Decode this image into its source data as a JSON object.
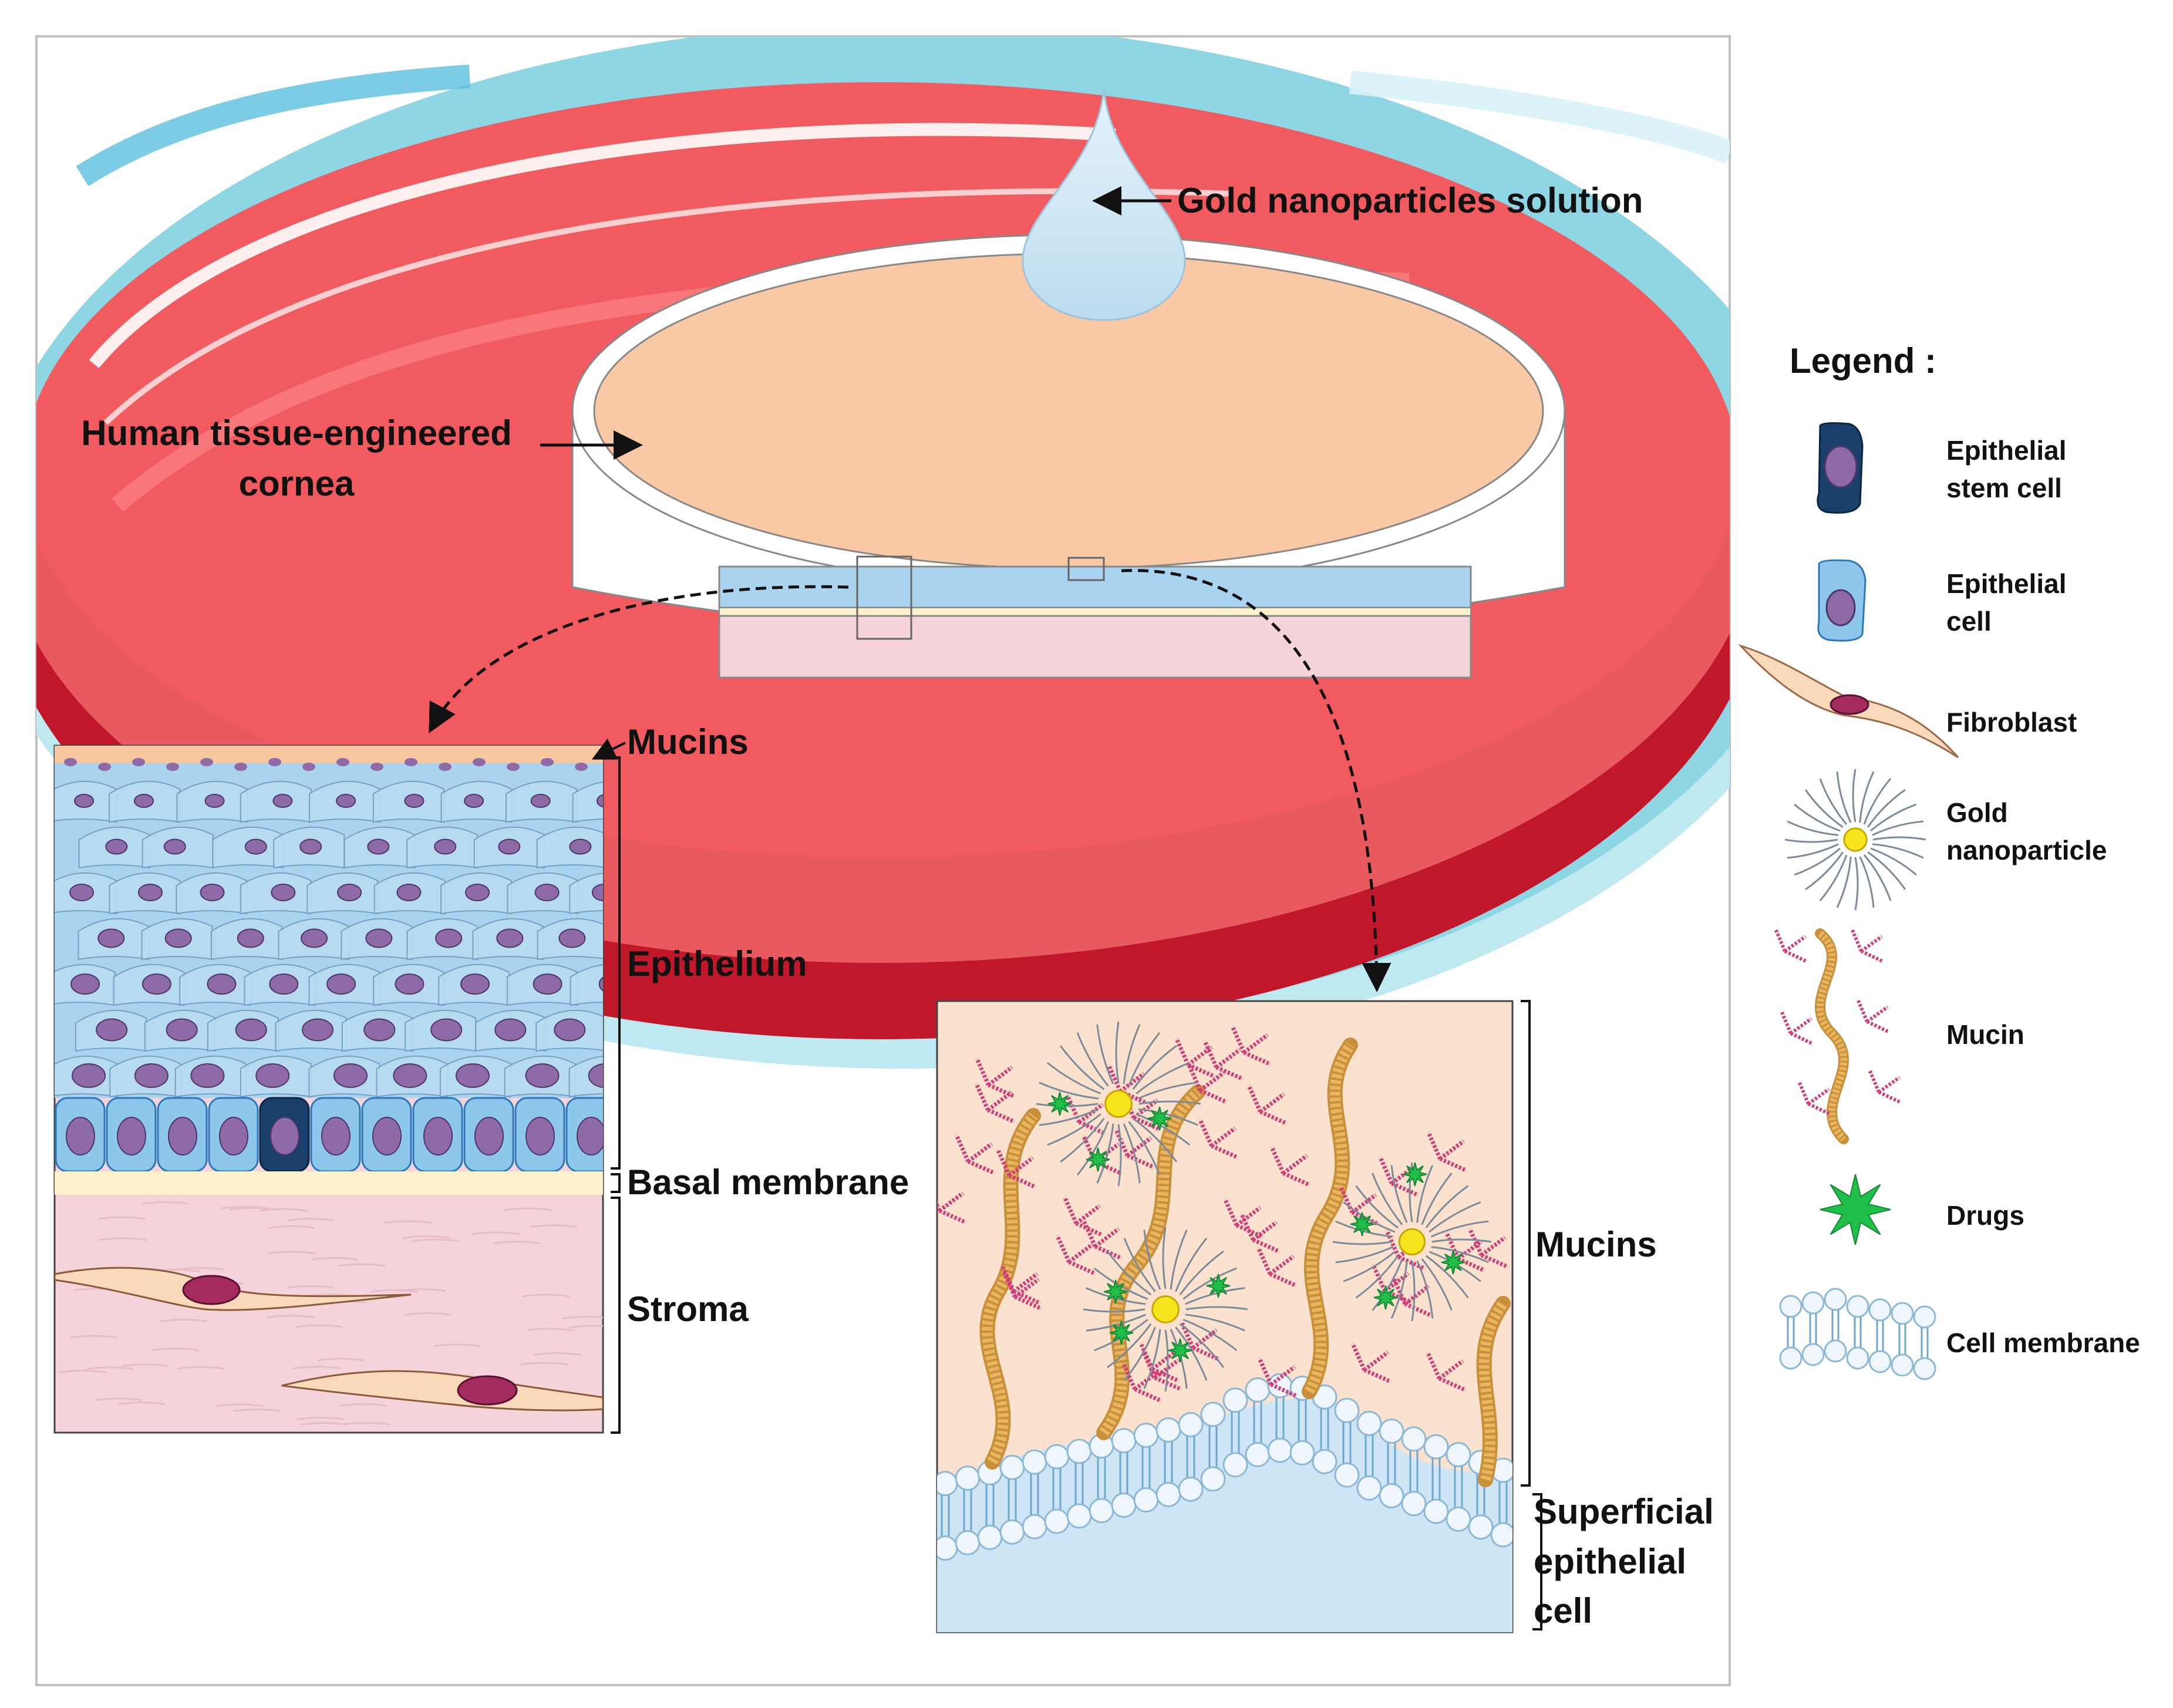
{
  "labels": {
    "gold_solution": "Gold  nanoparticles  solution",
    "cornea_line1": "Human tissue-engineered",
    "cornea_line2": "cornea",
    "mucins_top": "Mucins",
    "epithelium": "Epithelium",
    "basal_membrane": "Basal membrane",
    "stroma": "Stroma",
    "mucins_right": "Mucins",
    "superficial_line1": "Superficial",
    "superficial_line2": "epithelial",
    "superficial_line3": "cell"
  },
  "legend": {
    "title": "Legend :",
    "items": [
      {
        "line1": "Epithelial",
        "line2": "stem cell",
        "icon": "epithelial-stem-cell-icon"
      },
      {
        "line1": "Epithelial",
        "line2": "cell",
        "icon": "epithelial-cell-icon"
      },
      {
        "line1": "Fibroblast",
        "line2": "",
        "icon": "fibroblast-icon"
      },
      {
        "line1": "Gold",
        "line2": "nanoparticle",
        "icon": "gold-nanoparticle-icon"
      },
      {
        "line1": "Mucin",
        "line2": "",
        "icon": "mucin-icon"
      },
      {
        "line1": "Drugs",
        "line2": "",
        "icon": "drug-icon"
      },
      {
        "line1": "Cell membrane",
        "line2": "",
        "icon": "cell-membrane-icon"
      }
    ]
  },
  "colors": {
    "dish_red": "#f15a5e",
    "dish_dark_red": "#c0182a",
    "dish_blue": "#9fdfea",
    "cornea_peach": "#f9c9a5",
    "epithelium_blue": "#a9d3ee",
    "stroma_pink": "#f5d3da",
    "nucleus_purple": "#8e6aa6",
    "stem_cell_navy": "#1a3f6b",
    "mucin_magenta": "#d43c78",
    "mucin_gold": "#e8b660",
    "drug_green": "#1fbf4a",
    "nanoparticle_yellow": "#f6e51c",
    "membrane_blue": "#c9e2f3"
  }
}
